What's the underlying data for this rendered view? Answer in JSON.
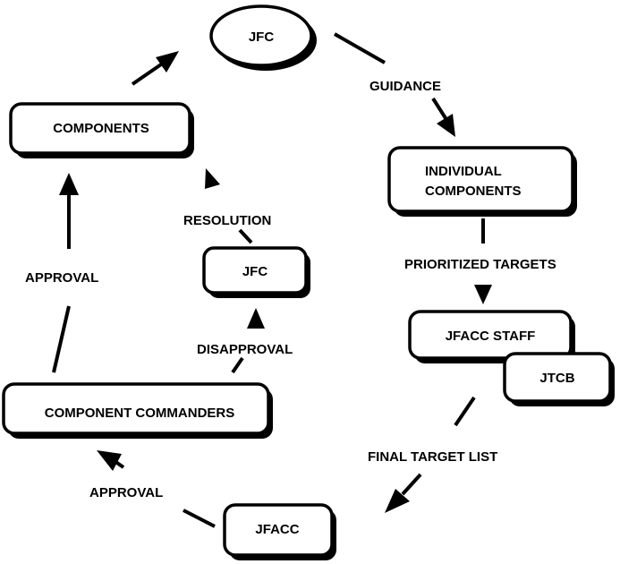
{
  "nodes": {
    "jfc_top": "JFC",
    "components": "COMPONENTS",
    "individual_components_line1": "INDIVIDUAL",
    "individual_components_line2": "COMPONENTS",
    "jfc_mid": "JFC",
    "jfacc_staff": "JFACC STAFF",
    "jtcb": "JTCB",
    "component_commanders": "COMPONENT COMMANDERS",
    "jfacc": "JFACC"
  },
  "labels": {
    "guidance": "GUIDANCE",
    "prioritized_targets": "PRIORITIZED TARGETS",
    "final_target_list": "FINAL TARGET LIST",
    "approval_bottom": "APPROVAL",
    "approval_left": "APPROVAL",
    "disapproval": "DISAPPROVAL",
    "resolution": "RESOLUTION"
  },
  "colors": {
    "stroke": "#000000",
    "fill": "#ffffff"
  }
}
